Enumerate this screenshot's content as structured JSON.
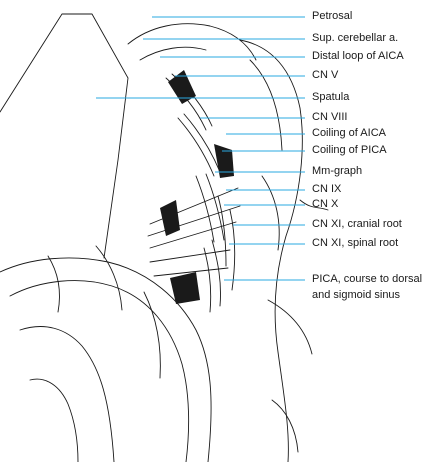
{
  "colors": {
    "leader": "#29a8e0",
    "ink": "#1a1a1a",
    "paper": "#ffffff"
  },
  "labels": {
    "petrosal": "Petrosal",
    "sup_cerebellar": "Sup. cerebellar a.",
    "distal_loop_aica": "Distal loop of AICA",
    "cn_v": "CN V",
    "spatula": "Spatula",
    "cn_viii": "CN VIII",
    "coiling_aica": "Coiling of AICA",
    "coiling_pica": "Coiling of PICA",
    "mm_graph": "Mm-graph",
    "cn_ix": "CN IX",
    "cn_x": "CN X",
    "cn_xi_cranial": "CN XI, cranial root",
    "cn_xi_spinal": "CN XI, spinal root",
    "pica_course_line1": "PICA, course to dorsal",
    "pica_course_line2": "and sigmoid sinus"
  }
}
